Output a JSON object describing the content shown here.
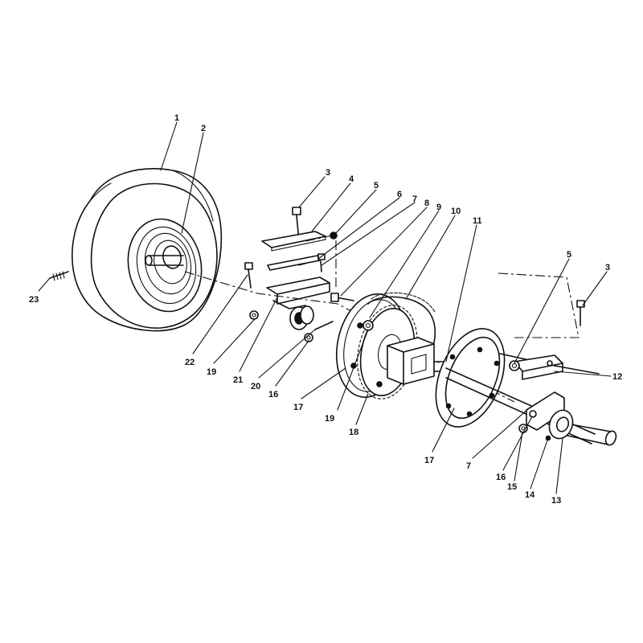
{
  "callouts": {
    "c1": "1",
    "c2": "2",
    "c3a": "3",
    "c4": "4",
    "c5a": "5",
    "c6": "6",
    "c7a": "7",
    "c8": "8",
    "c9a": "9",
    "c10": "10",
    "c11": "11",
    "c5b": "5",
    "c3b": "3",
    "c12": "12",
    "c13": "13",
    "c14": "14",
    "c15": "15",
    "c16b": "16",
    "c7b": "7",
    "c17b": "17",
    "c18": "18",
    "c19b": "19",
    "c17a": "17",
    "c16a": "16",
    "c20": "20",
    "c21": "21",
    "c19a": "19",
    "c22": "22",
    "c23": "23"
  }
}
